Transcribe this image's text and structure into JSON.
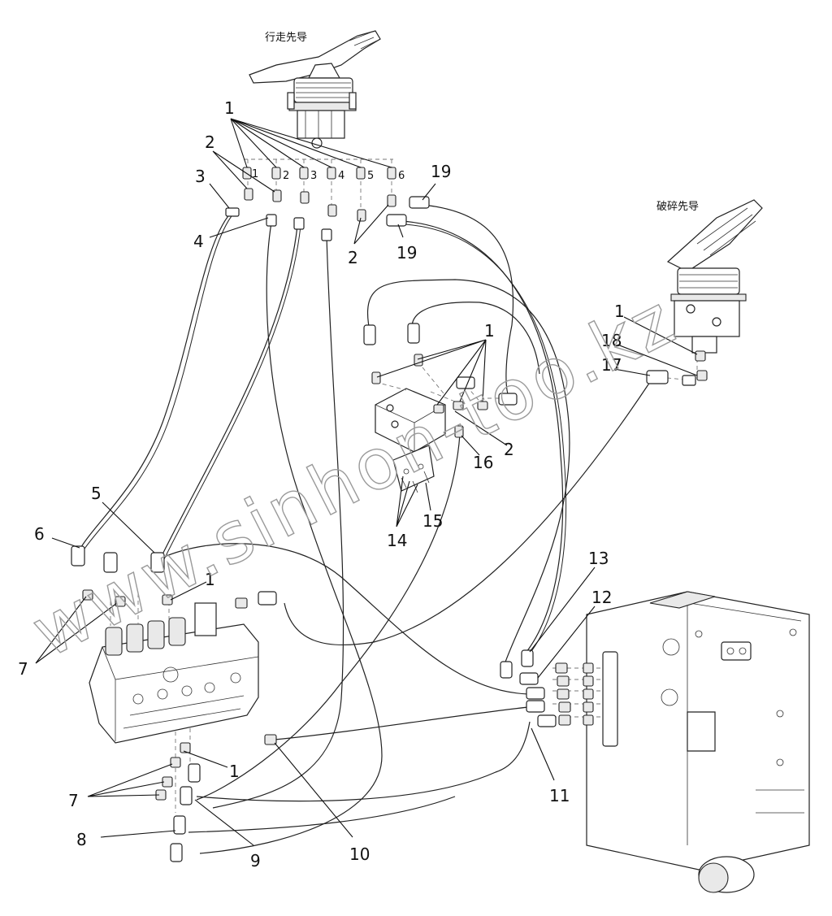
{
  "labels": {
    "travel_pilot": "行走先导",
    "breaker_pilot": "破碎先导",
    "watermark": "www.sinhon-too.kz"
  },
  "callouts": {
    "c1_top": "1",
    "c2_top": "2",
    "c3": "3",
    "c4": "4",
    "c19_a": "19",
    "c19_b": "19",
    "c2_mid": "2",
    "c1_breaker": "1",
    "c18": "18",
    "c17": "17",
    "c1_valve": "1",
    "c16": "16",
    "c2_valve": "2",
    "c15": "15",
    "c14": "14",
    "c5": "5",
    "c6": "6",
    "c1_left": "1",
    "c7_left": "7",
    "c13": "13",
    "c12": "12",
    "c1_bottom": "1",
    "c7_bottom": "7",
    "c8": "8",
    "c9": "9",
    "c10": "10",
    "c11": "11"
  },
  "port_numbers": [
    "1",
    "2",
    "3",
    "4",
    "5",
    "6"
  ]
}
